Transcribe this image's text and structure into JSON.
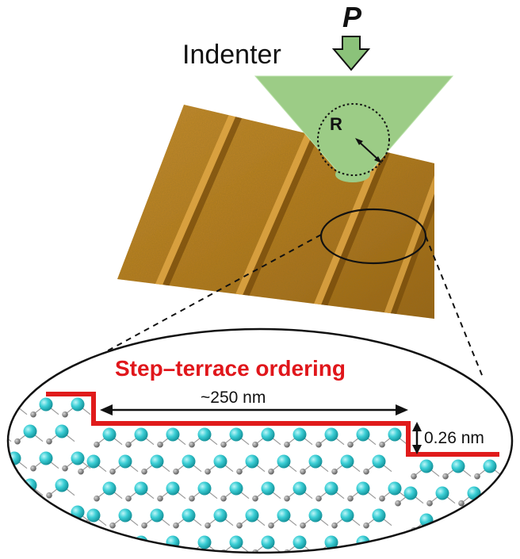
{
  "labels": {
    "load": "P",
    "indenter": "Indenter",
    "radius": "R",
    "title": "Step–terrace ordering",
    "terrace_width": "~250 nm",
    "step_height": "0.26 nm"
  },
  "colors": {
    "indenter_fill": "#9ccc86",
    "arrow_fill": "#8bc27a",
    "surface_base": "#b67d1f",
    "surface_highlight": "#e6ad4a",
    "surface_shadow": "#6b4208",
    "step_line": "#e01b1b",
    "atom_light": "#3ccfd6",
    "atom_dark": "#7a7a7a",
    "title_text": "#e0161b"
  }
}
